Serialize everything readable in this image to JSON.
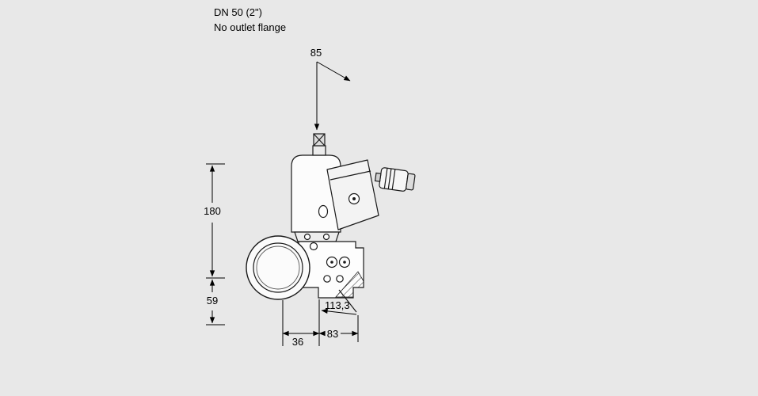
{
  "colors": {
    "background": "#e8e8e8",
    "drawing_line": "#1a1a1a",
    "dimension_line": "#000000"
  },
  "header": {
    "model": "DN 50 (2\")",
    "variant": "No outlet flange"
  },
  "dimensions": {
    "top_width": "85",
    "height_upper": "180",
    "height_lower": "59",
    "inlet_offset": "36",
    "body_length": "83",
    "diagonal": "113,3"
  }
}
